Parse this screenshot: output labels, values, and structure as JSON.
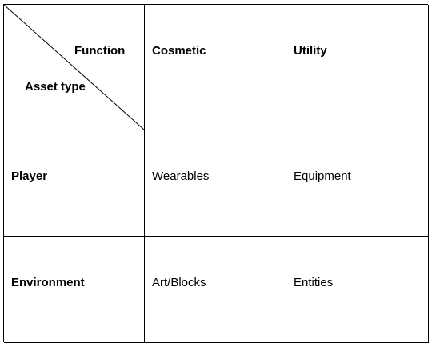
{
  "table": {
    "corner": {
      "top_right_label": "Function",
      "bottom_left_label": "Asset type"
    },
    "columns": [
      "Cosmetic",
      "Utility"
    ],
    "rows": [
      {
        "label": "Player",
        "cells": [
          "Wearables",
          "Equipment"
        ]
      },
      {
        "label": "Environment",
        "cells": [
          "Art/Blocks",
          "Entities"
        ]
      }
    ]
  }
}
